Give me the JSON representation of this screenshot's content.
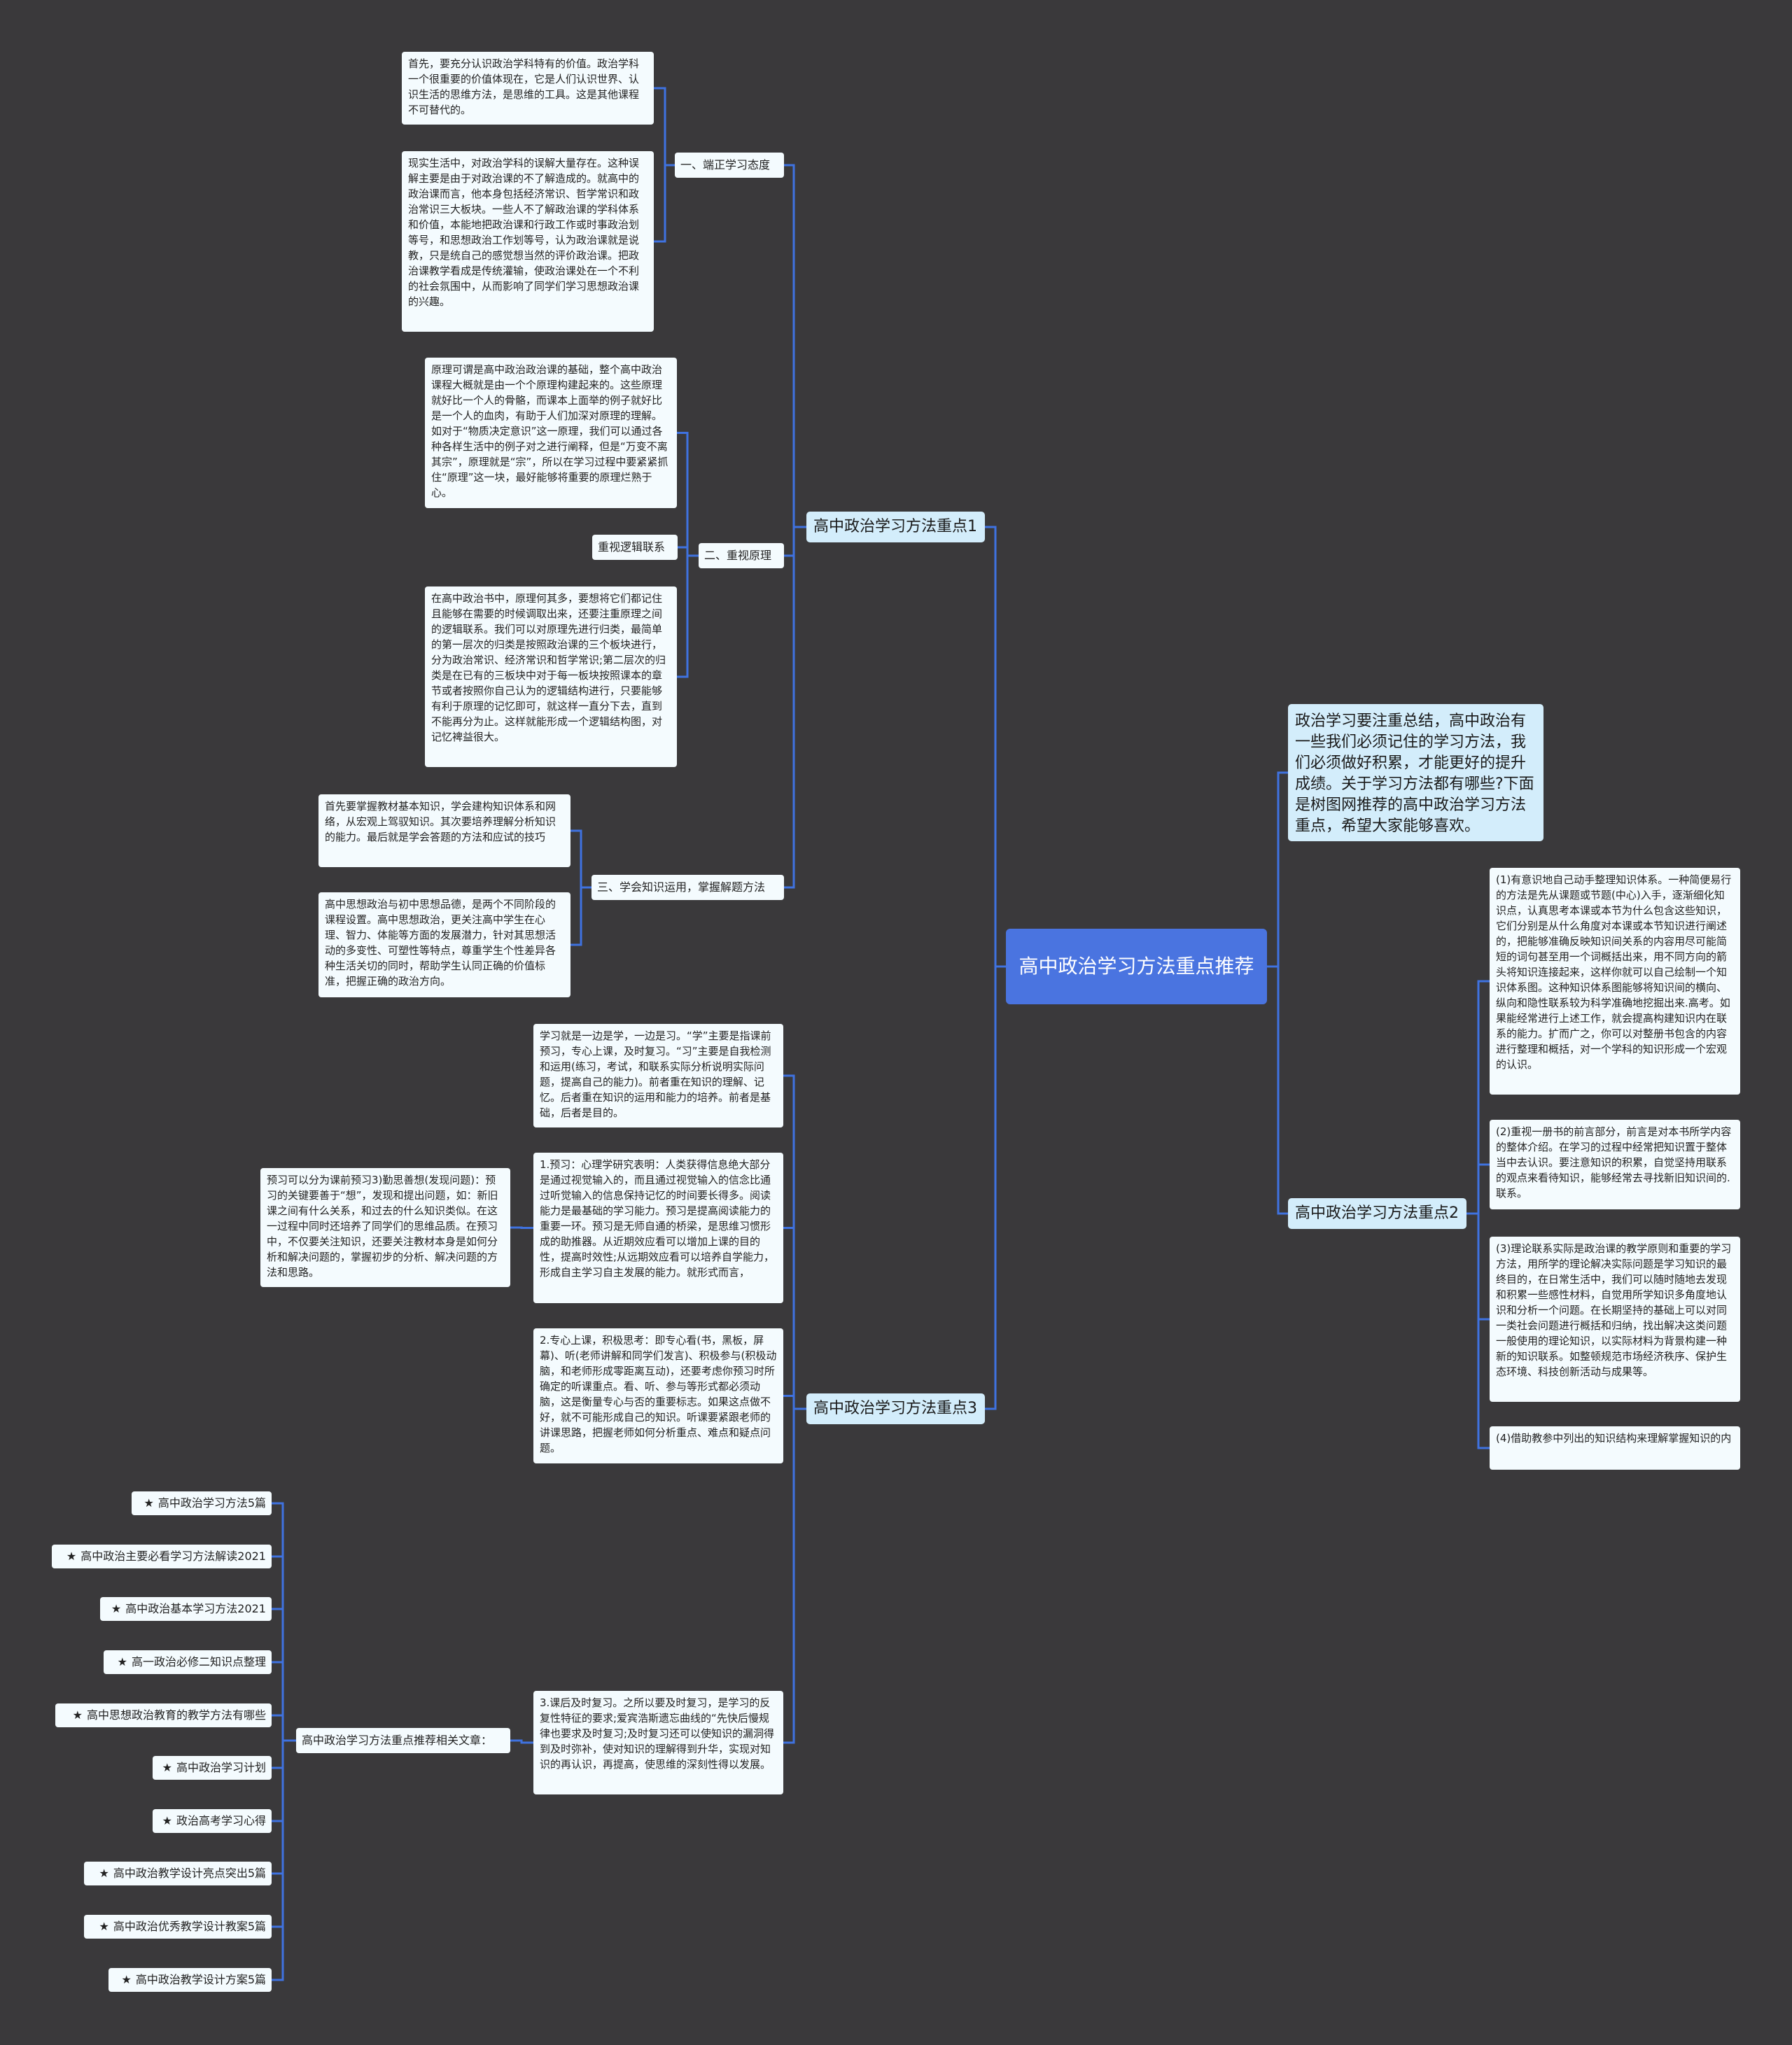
{
  "root": {
    "title": "高中政治学习方法重点推荐"
  },
  "intro": "政治学习要注重总结，高中政治有一些我们必须记住的学习方法，我们必须做好积累，才能更好的提升成绩。关于学习方法都有哪些?下面是树图网推荐的高中政治学习方法重点，希望大家能够喜欢。",
  "topic1": {
    "title": "高中政治学习方法重点1",
    "section1": {
      "title": "一、端正学习态度",
      "p1": "首先，要充分认识政治学科特有的价值。政治学科一个很重要的价值体现在，它是人们认识世界、认识生活的思维方法，是思维的工具。这是其他课程不可替代的。",
      "p2": "现实生活中，对政治学科的误解大量存在。这种误解主要是由于对政治课的不了解造成的。就高中的政治课而言，他本身包括经济常识、哲学常识和政治常识三大板块。一些人不了解政治课的学科体系和价值，本能地把政治课和行政工作或时事政治划等号，和思想政治工作划等号，认为政治课就是说教，只是统自己的感觉想当然的评价政治课。把政治课教学看成是传统灌输，使政治课处在一个不利的社会氛围中，从而影响了同学们学习思想政治课的兴趣。"
    },
    "section2": {
      "title": "二、重视原理",
      "p1": "原理可谓是高中政治政治课的基础，整个高中政治课程大概就是由一个个原理构建起来的。这些原理就好比一个人的骨骼，而课本上面举的例子就好比是一个人的血肉，有助于人们加深对原理的理解。如对于“物质决定意识”这一原理，我们可以通过各种各样生活中的例子对之进行阐释，但是“万变不离其宗”，原理就是“宗”，所以在学习过程中要紧紧抓住“原理”这一块，最好能够将重要的原理烂熟于心。",
      "label": "重视逻辑联系",
      "p2": "在高中政治书中，原理何其多，要想将它们都记住且能够在需要的时候调取出来，还要注重原理之间的逻辑联系。我们可以对原理先进行归类，最简单的第一层次的归类是按照政治课的三个板块进行，分为政治常识、经济常识和哲学常识;第二层次的归类是在已有的三板块中对于每一板块按照课本的章节或者按照你自己认为的逻辑结构进行，只要能够有利于原理的记忆即可，就这样一直分下去，直到不能再分为止。这样就能形成一个逻辑结构图，对记忆裨益很大。"
    },
    "section3": {
      "title": "三、学会知识运用，掌握解题方法",
      "p1": "首先要掌握教材基本知识，学会建构知识体系和网络，从宏观上驾驭知识。其次要培养理解分析知识的能力。最后就是学会答题的方法和应试的技巧",
      "p2": "高中思想政治与初中思想品德，是两个不同阶段的课程设置。高中思想政治，更关注高中学生在心理、智力、体能等方面的发展潜力，针对其思想活动的多变性、可塑性等特点，尊重学生个性差异各种生活关切的同时，帮助学生认同正确的价值标准，把握正确的政治方向。"
    }
  },
  "topic2": {
    "title": "高中政治学习方法重点2",
    "items": [
      "(1)有意识地自己动手整理知识体系。一种简便易行的方法是先从课题或节题(中心)入手，逐渐细化知识点，认真思考本课或本节为什么包含这些知识，它们分别是从什么角度对本课或本节知识进行阐述的，把能够准确反映知识间关系的内容用尽可能简短的词句甚至用一个词概括出来，用不同方向的箭头将知识连接起来，这样你就可以自己绘制一个知识体系图。这种知识体系图能够将知识间的横向、纵向和隐性联系较为科学准确地挖掘出来.高考。如果能经常进行上述工作，就会提高构建知识内在联系的能力。扩而广之，你可以对整册书包含的内容进行整理和概括，对一个学科的知识形成一个宏观的认识。",
      "(2)重视一册书的前言部分，前言是对本书所学内容的整体介绍。在学习的过程中经常把知识置于整体当中去认识。要注意知识的积累，自觉坚持用联系的观点来看待知识，能够经常去寻找新旧知识间的.联系。",
      "(3)理论联系实际是政治课的教学原则和重要的学习方法，用所学的理论解决实际问题是学习知识的最终目的，在日常生活中，我们可以随时随地去发现和积累一些感性材料，自觉用所学知识多角度地认识和分析一个问题。在长期坚持的基础上可以对同一类社会问题进行概括和归纳，找出解决这类问题一般使用的理论知识，以实际材料为背景构建一种新的知识联系。如整顿规范市场经济秩序、保护生态环境、科技创新活动与成果等。",
      "(4)借助教参中列出的知识结构来理解掌握知识的内"
    ]
  },
  "topic3": {
    "title": "高中政治学习方法重点3",
    "p0": "学习就是一边是学，一边是习。“学”主要是指课前预习，专心上课，及时复习。“习”主要是自我检测和运用(练习，考试，和联系实际分析说明实际问题，提高自己的能力)。前者重在知识的理解、记忆。后者重在知识的运用和能力的培养。前者是基础，后者是目的。",
    "p1": "1.预习：心理学研究表明：人类获得信息绝大部分是通过视觉输入的，而且通过视觉输入的信念比通过听觉输入的信息保持记忆的时间要长得多。阅读能力是最基础的学习能力。预习是提高阅读能力的重要一环。预习是无师自通的桥梁，是思维习惯形成的助推器。从近期效应看可以增加上课的目的性，提高时效性;从远期效应看可以培养自学能力，形成自主学习自主发展的能力。就形式而言，",
    "p1_child": "预习可以分为课前预习3)勤思善想(发现问题)：预习的关键要善于“想”，发现和提出问题，如：新旧课之间有什么关系，和过去的什么知识类似。在这一过程中同时还培养了同学们的思维品质。在预习中，不仅要关注知识，还要关注教材本身是如何分析和解决问题的，掌握初步的分析、解决问题的方法和思路。",
    "p2": "2.专心上课，积极思考：即专心看(书，黑板，屏幕)、听(老师讲解和同学们发言)、积极参与(积极动脑，和老师形成零距离互动)，还要考虑你预习时所确定的听课重点。看、听、参与等形式都必须动脑，这是衡量专心与否的重要标志。如果这点做不好，就不可能形成自己的知识。听课要紧跟老师的讲课思路，把握老师如何分析重点、难点和疑点问题。",
    "p3": "3.课后及时复习。之所以要及时复习，是学习的反复性特征的要求;爱宾浩斯遗忘曲线的“先快后慢规律也要求及时复习;及时复习还可以使知识的漏洞得到及时弥补，使对知识的理解得到升华，实现对知识的再认识，再提高，使思维的深刻性得以发展。",
    "related_title": "高中政治学习方法重点推荐相关文章：",
    "related": [
      "高中政治学习方法5篇",
      "高中政治主要必看学习方法解读2021",
      "高中政治基本学习方法2021",
      "高一政治必修二知识点整理",
      "高中思想政治教育的教学方法有哪些",
      "高中政治学习计划",
      "政治高考学习心得",
      "高中政治教学设计亮点突出5篇",
      "高中政治优秀教学设计教案5篇",
      "高中政治教学设计方案5篇"
    ]
  },
  "theme": {
    "background": "#3a393b",
    "root_color": "#4a74e0",
    "topic_color": "#d3edfb",
    "leaf_color": "#f4fbfe",
    "line_color": "#3f72e0"
  }
}
